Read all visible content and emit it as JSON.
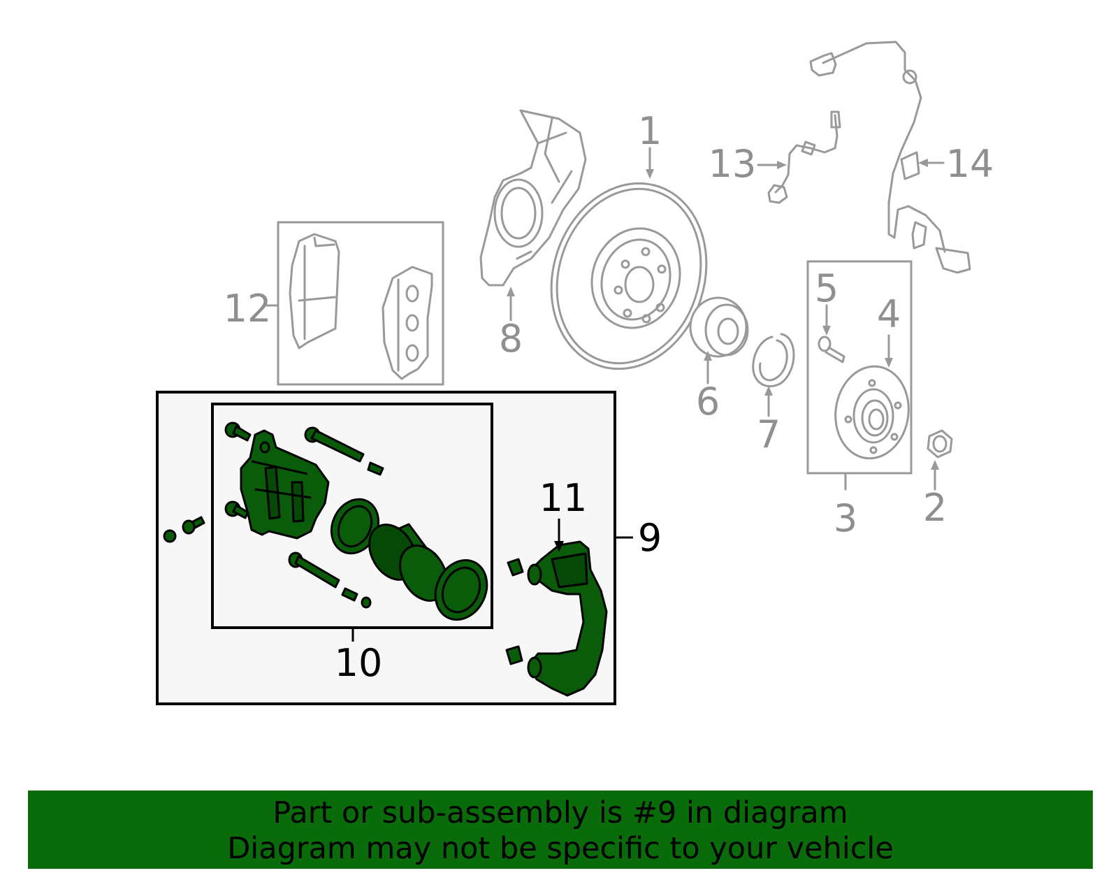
{
  "callouts": {
    "n1": "1",
    "n2": "2",
    "n3": "3",
    "n4": "4",
    "n5": "5",
    "n6": "6",
    "n7": "7",
    "n8": "8",
    "n9": "9",
    "n10": "10",
    "n11": "11",
    "n12": "12",
    "n13": "13",
    "n14": "14"
  },
  "banner": {
    "line1": "Part or sub-assembly is #9 in diagram",
    "line2": "Diagram may not be specific to your vehicle"
  },
  "colors": {
    "highlight_green": "#0a5c0a",
    "banner_green": "#0a6b0a",
    "line_grey": "#999999",
    "panel_bg": "#f7f7f7"
  }
}
